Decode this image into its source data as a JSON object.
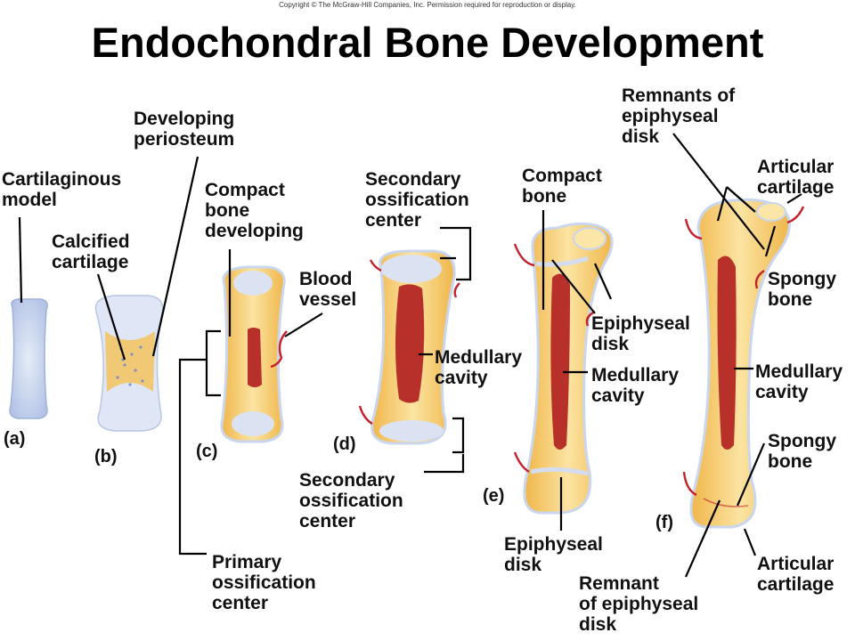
{
  "copyright": "Copyright © The McGraw-Hill Companies, Inc. Permission required for reproduction or display.",
  "title": "Endochondral Bone Development",
  "stages": [
    "(a)",
    "(b)",
    "(c)",
    "(d)",
    "(e)",
    "(f)"
  ],
  "labels": {
    "cartilaginous_model": "Cartilaginous\nmodel",
    "developing_periosteum": "Developing\nperiosteum",
    "calcified_cartilage": "Calcified\ncartilage",
    "compact_bone_developing": "Compact\nbone\ndeveloping",
    "blood_vessel": "Blood\nvessel",
    "primary_ossification_center": "Primary\nossification\ncenter",
    "secondary_ossification_center_top": "Secondary\nossification\ncenter",
    "medullary_cavity_d": "Medullary\ncavity",
    "secondary_ossification_center_bottom": "Secondary\nossification\ncenter",
    "compact_bone": "Compact\nbone",
    "epiphyseal_disk_top": "Epiphyseal\ndisk",
    "medullary_cavity_e": "Medullary\ncavity",
    "epiphyseal_disk_bottom": "Epiphyseal\ndisk",
    "remnants_of_epiphyseal_disk": "Remnants of\nepiphyseal\ndisk",
    "articular_cartilage_top": "Articular\ncartilage",
    "spongy_bone_top": "Spongy\nbone",
    "medullary_cavity_f": "Medullary\ncavity",
    "spongy_bone_bottom": "Spongy\nbone",
    "remnant_of_epiphyseal_disk": "Remnant\nof epiphyseal\ndisk",
    "articular_cartilage_bottom": "Articular\ncartilage"
  },
  "colors": {
    "cartilage": "#c9d6ee",
    "bone": "#f5c463",
    "bone_light": "#fbe6a8",
    "marrow": "#b8302a",
    "vessel": "#c4202a",
    "leader": "#000000"
  }
}
